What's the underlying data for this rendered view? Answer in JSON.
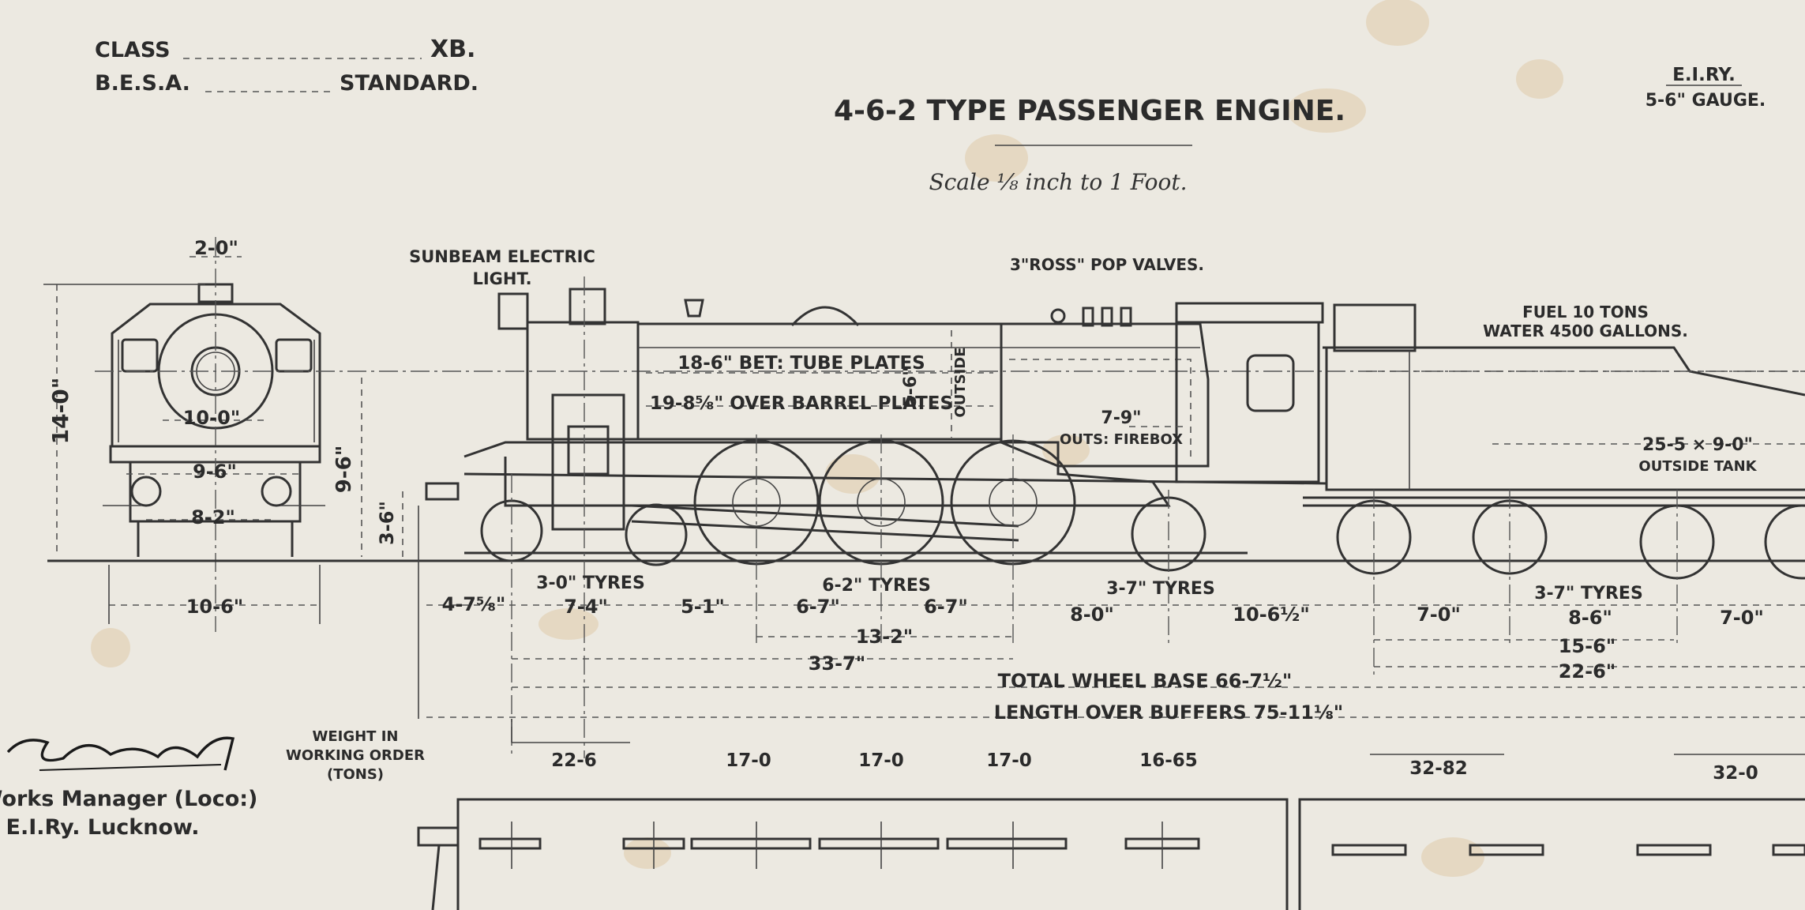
{
  "header": {
    "class_label": "CLASS",
    "class_value": "XB.",
    "besa_label": "B.E.S.A.",
    "besa_value": "STANDARD.",
    "title": "4-6-2 TYPE PASSENGER ENGINE.",
    "scale": "Scale ⅛ inch to 1 Foot.",
    "railway": "E.I.RY.",
    "gauge": "5-6\" GAUGE."
  },
  "annotations": {
    "sunbeam_line1": "SUNBEAM ELECTRIC",
    "sunbeam_line2": "LIGHT.",
    "pop_valves": "3\"ROSS\" POP VALVES.",
    "fuel": "FUEL 10 TONS",
    "water": "WATER 4500 GALLONS.",
    "tube_plates": "18-6\" BET: TUBE PLATES",
    "barrel_plates": "19-8⅝\" OVER BARREL PLATES",
    "outside_dim": "5-6\"",
    "outside_word": "OUTSIDE",
    "firebox_dim": "7-9\"",
    "firebox": "OUTS: FIREBOX",
    "tank_dim": "25-5 × 9-0\"",
    "tank": "OUTSIDE TANK"
  },
  "front_view": {
    "chimney": "2-0\"",
    "height_total": "14-0\"",
    "smokebox": "10-0\"",
    "platform": "9-6\"",
    "gauge": "8-2\"",
    "width": "10-6\"",
    "height_boiler": "9-6\"",
    "buffer_height": "3-6\""
  },
  "dimensions": {
    "front_overhang": "4-7⅝\"",
    "tyres_bogie": "3-0\" TYRES",
    "bogie_to_driver": "7-4\"",
    "bogie_wb": "5-1\"",
    "tyres_driving": "6-2\" TYRES",
    "drv1": "6-7\"",
    "drv2": "6-7\"",
    "drv_total": "13-2\"",
    "overall_engine": "33-7\"",
    "tyres_trailing": "3-7\" TYRES",
    "trail": "8-0\"",
    "engine_to_tender": "10-6½\"",
    "tender1": "7-0\"",
    "tyres_tender": "3-7\" TYRES",
    "tender2": "8-6\"",
    "tender3": "7-0\"",
    "tender_15": "15-6\"",
    "tender_22": "22-6\"",
    "total_wheel_base": "TOTAL WHEEL BASE 66-7½\"",
    "length_over_buffers": "LENGTH OVER BUFFERS 75-11⅛\""
  },
  "weights": {
    "label_line1": "WEIGHT IN",
    "label_line2": "WORKING ORDER",
    "label_line3": "(TONS)",
    "bogie": "22-6",
    "axle1": "17-0",
    "axle2": "17-0",
    "axle3": "17-0",
    "trailing": "16-65",
    "tender": "32-82",
    "tender_rear": "32-0"
  },
  "signature": {
    "line1": "Works Manager (Loco:)",
    "line2": "E.I.Ry. Lucknow."
  }
}
